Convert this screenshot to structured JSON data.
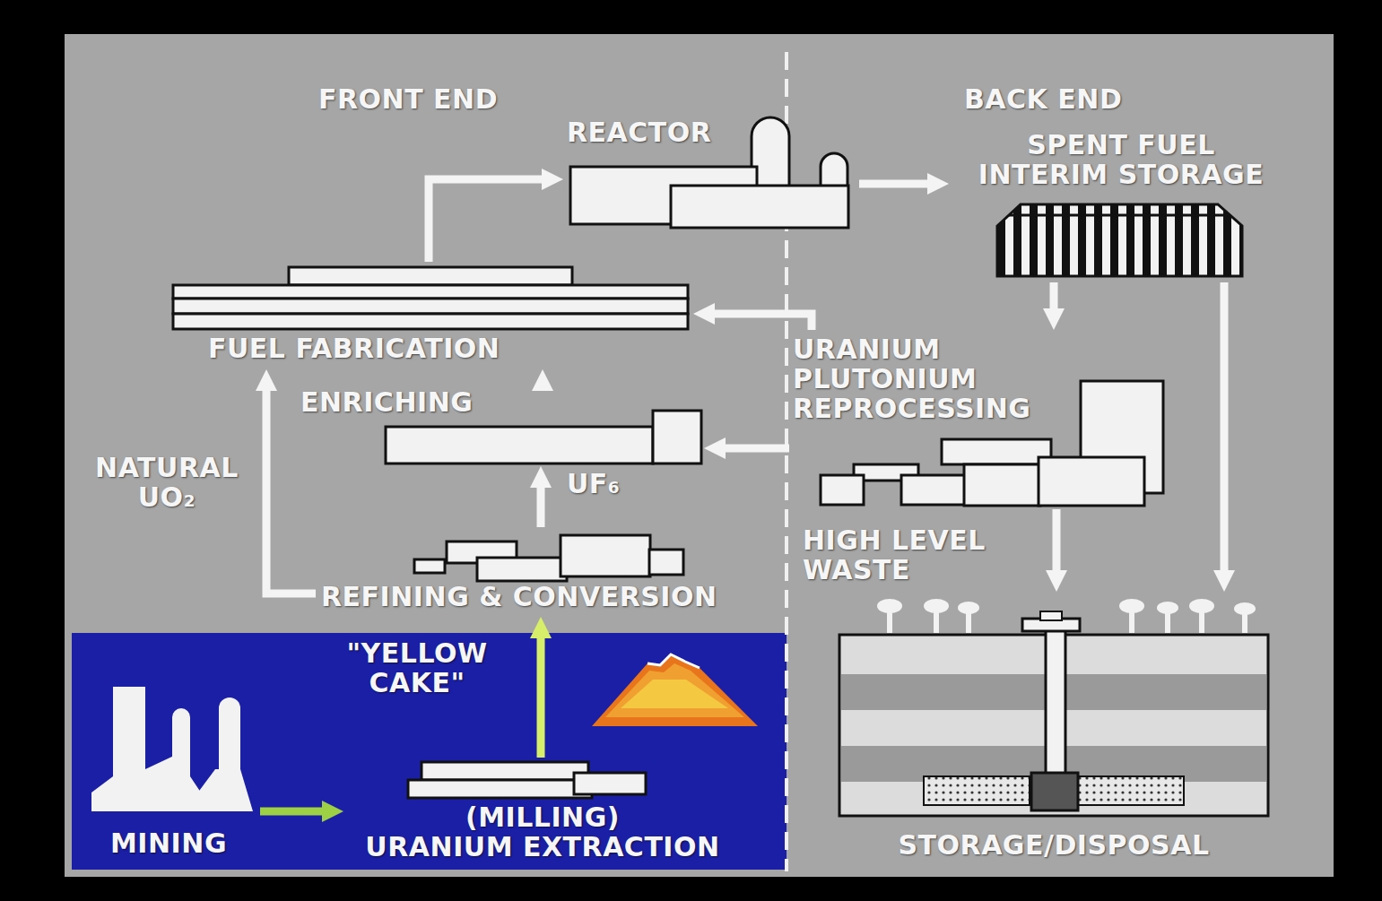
{
  "diagram": {
    "nodes": [
      {
        "text": [
          "REACTOR"
        ]
      },
      {
        "text": [
          "SPENT FUEL INTERIM STORAGE"
        ]
      },
      {
        "text": [
          "FUEL FABRICATION"
        ]
      },
      {
        "text": [
          "URANIUM PLUTONIUM REPROCESSING"
        ]
      },
      {
        "text": [
          "ENRICHING"
        ]
      },
      {
        "text": [
          "REFINING & CONVERSION"
        ]
      },
      {
        "text": [
          "STORAGE/DISPOSAL"
        ]
      },
      {
        "text": [
          "MINING"
        ]
      },
      {
        "text": [
          "(MILLING)",
          "URANIUM EXTRACTION"
        ]
      }
    ],
    "edges": [
      {
        "from": 0,
        "to": 1,
        "arrow": "to"
      },
      {
        "from": 1,
        "to": 3,
        "arrow": "to"
      },
      {
        "from": 1,
        "to": 6,
        "arrow": "to"
      },
      {
        "from": 2,
        "to": 0,
        "arrow": "to"
      },
      {
        "from": 3,
        "to": 2,
        "arrow": "to"
      },
      {
        "from": 3,
        "to": 4,
        "arrow": "to"
      },
      {
        "from": 3,
        "to": 6,
        "label": "HIGH LEVEL WASTE",
        "arrow": "to"
      },
      {
        "from": 4,
        "to": 2,
        "arrow": "to"
      },
      {
        "from": 5,
        "to": 4,
        "label": "UF₆",
        "arrow": "to"
      },
      {
        "from": 5,
        "to": 2,
        "label": "NATURAL UO₂",
        "arrow": "to"
      },
      {
        "from": 7,
        "to": 8,
        "arrow": "to"
      },
      {
        "from": 8,
        "to": 5,
        "label": "\"YELLOW CAKE\"",
        "arrow": "to"
      }
    ],
    "labels": [
      "FRONT END",
      "BACK END"
    ]
  }
}
